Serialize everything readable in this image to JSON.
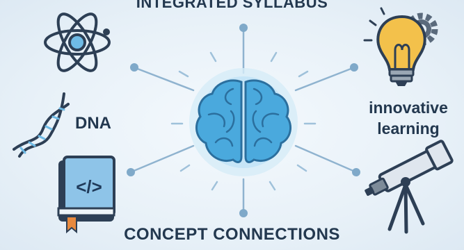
{
  "title_top": "INTEGRATED SYLLABUS",
  "title_bottom": "CONCEPT CONNECTIONS",
  "labels": {
    "dna": "DNA",
    "innovative_line1": "innovative",
    "innovative_line2": "learning"
  },
  "book_symbol": "</>",
  "colors": {
    "text": "#23384f",
    "line": "#8fb3cf",
    "node": "#7fa9c9",
    "brain": "#4aa9dd",
    "icon_stroke": "#2d3f55",
    "icon_fill": "#a9d3ee",
    "bulb": "#f3c14b",
    "gear": "#5a6a7c"
  },
  "icons": [
    "atom-icon",
    "dna-icon",
    "code-book-icon",
    "lightbulb-gear-icon",
    "telescope-icon",
    "brain-icon"
  ]
}
